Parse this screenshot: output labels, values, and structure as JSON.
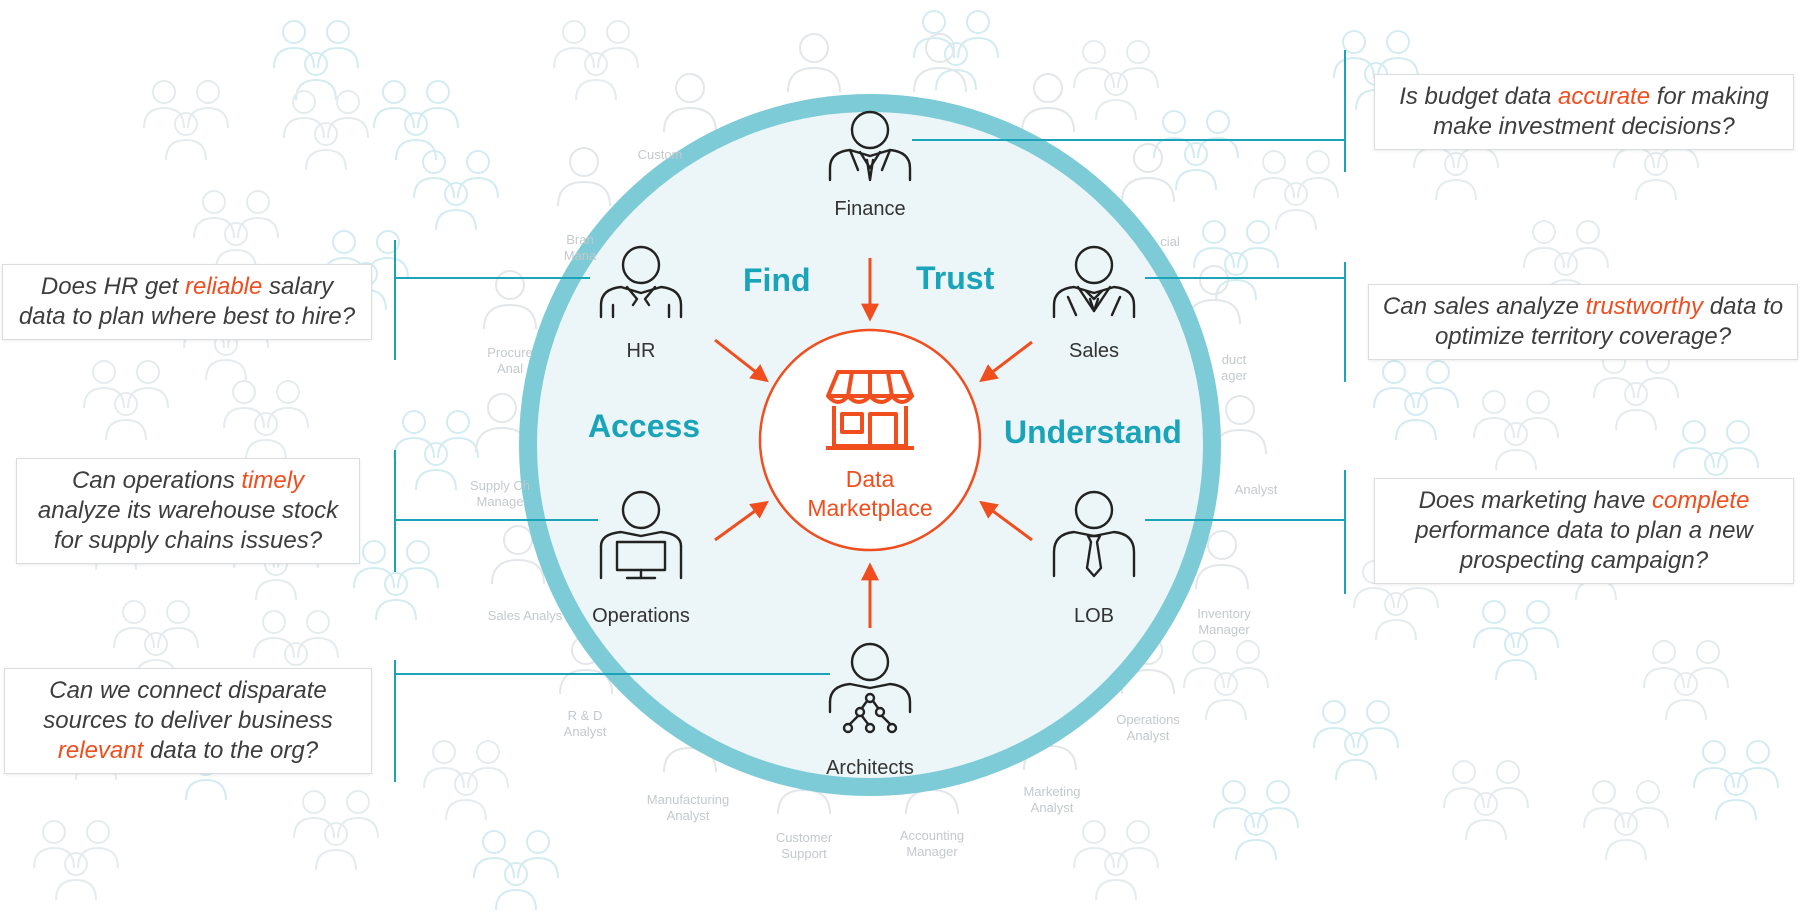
{
  "center": {
    "line1": "Data",
    "line2": "Marketplace",
    "icon": "storefront-icon",
    "accent_color": "#f04e1f"
  },
  "ring_color": "#7ccbd6",
  "verb_color": "#19a4ba",
  "verbs": {
    "find": "Find",
    "trust": "Trust",
    "access": "Access",
    "understand": "Understand"
  },
  "personas": {
    "finance": "Finance",
    "hr": "HR",
    "sales": "Sales",
    "operations": "Operations",
    "lob": "LOB",
    "architects": "Architects"
  },
  "questions": {
    "budget": {
      "pre": "Is budget data ",
      "hl": "accurate",
      "post": " for making make investment decisions?"
    },
    "hr": {
      "pre": "Does HR get ",
      "hl": "reliable",
      "post": " salary data to plan where best to hire?"
    },
    "sales": {
      "pre": "Can sales analyze ",
      "hl": "trustworthy",
      "post": " data to optimize territory coverage?"
    },
    "operations": {
      "pre": "Can operations ",
      "hl": "timely",
      "post": " analyze its warehouse stock for supply chains issues?"
    },
    "marketing": {
      "pre": "Does marketing have ",
      "hl": "complete",
      "post": " performance data to plan a new prospecting campaign?"
    },
    "connect": {
      "pre": "Can we connect disparate sources to deliver business ",
      "hl": "relevant",
      "post": " data to the org?"
    }
  },
  "background_roles": {
    "customer": "Custom",
    "brand_manager_1": "Bran",
    "brand_manager_2": "Mana",
    "procurement_1": "Procure",
    "procurement_2": "Anal",
    "supply_chain_1": "Supply Ch",
    "supply_chain_2": "Manage",
    "sales_analyst": "Sales Analys",
    "rd_1": "R & D",
    "rd_2": "Analyst",
    "manufacturing_1": "Manufacturing",
    "manufacturing_2": "Analyst",
    "customer_support_1": "Customer",
    "customer_support_2": "Support",
    "accounting_1": "Accounting",
    "accounting_2": "Manager",
    "marketing_analyst_1": "Marketing",
    "marketing_analyst_2": "Analyst",
    "operations_analyst_1": "Operations",
    "operations_analyst_2": "Analyst",
    "inventory_1": "Inventory",
    "inventory_2": "Manager",
    "analyst": "Analyst",
    "product_1": "duct",
    "product_2": "ager",
    "cial": "cial"
  }
}
